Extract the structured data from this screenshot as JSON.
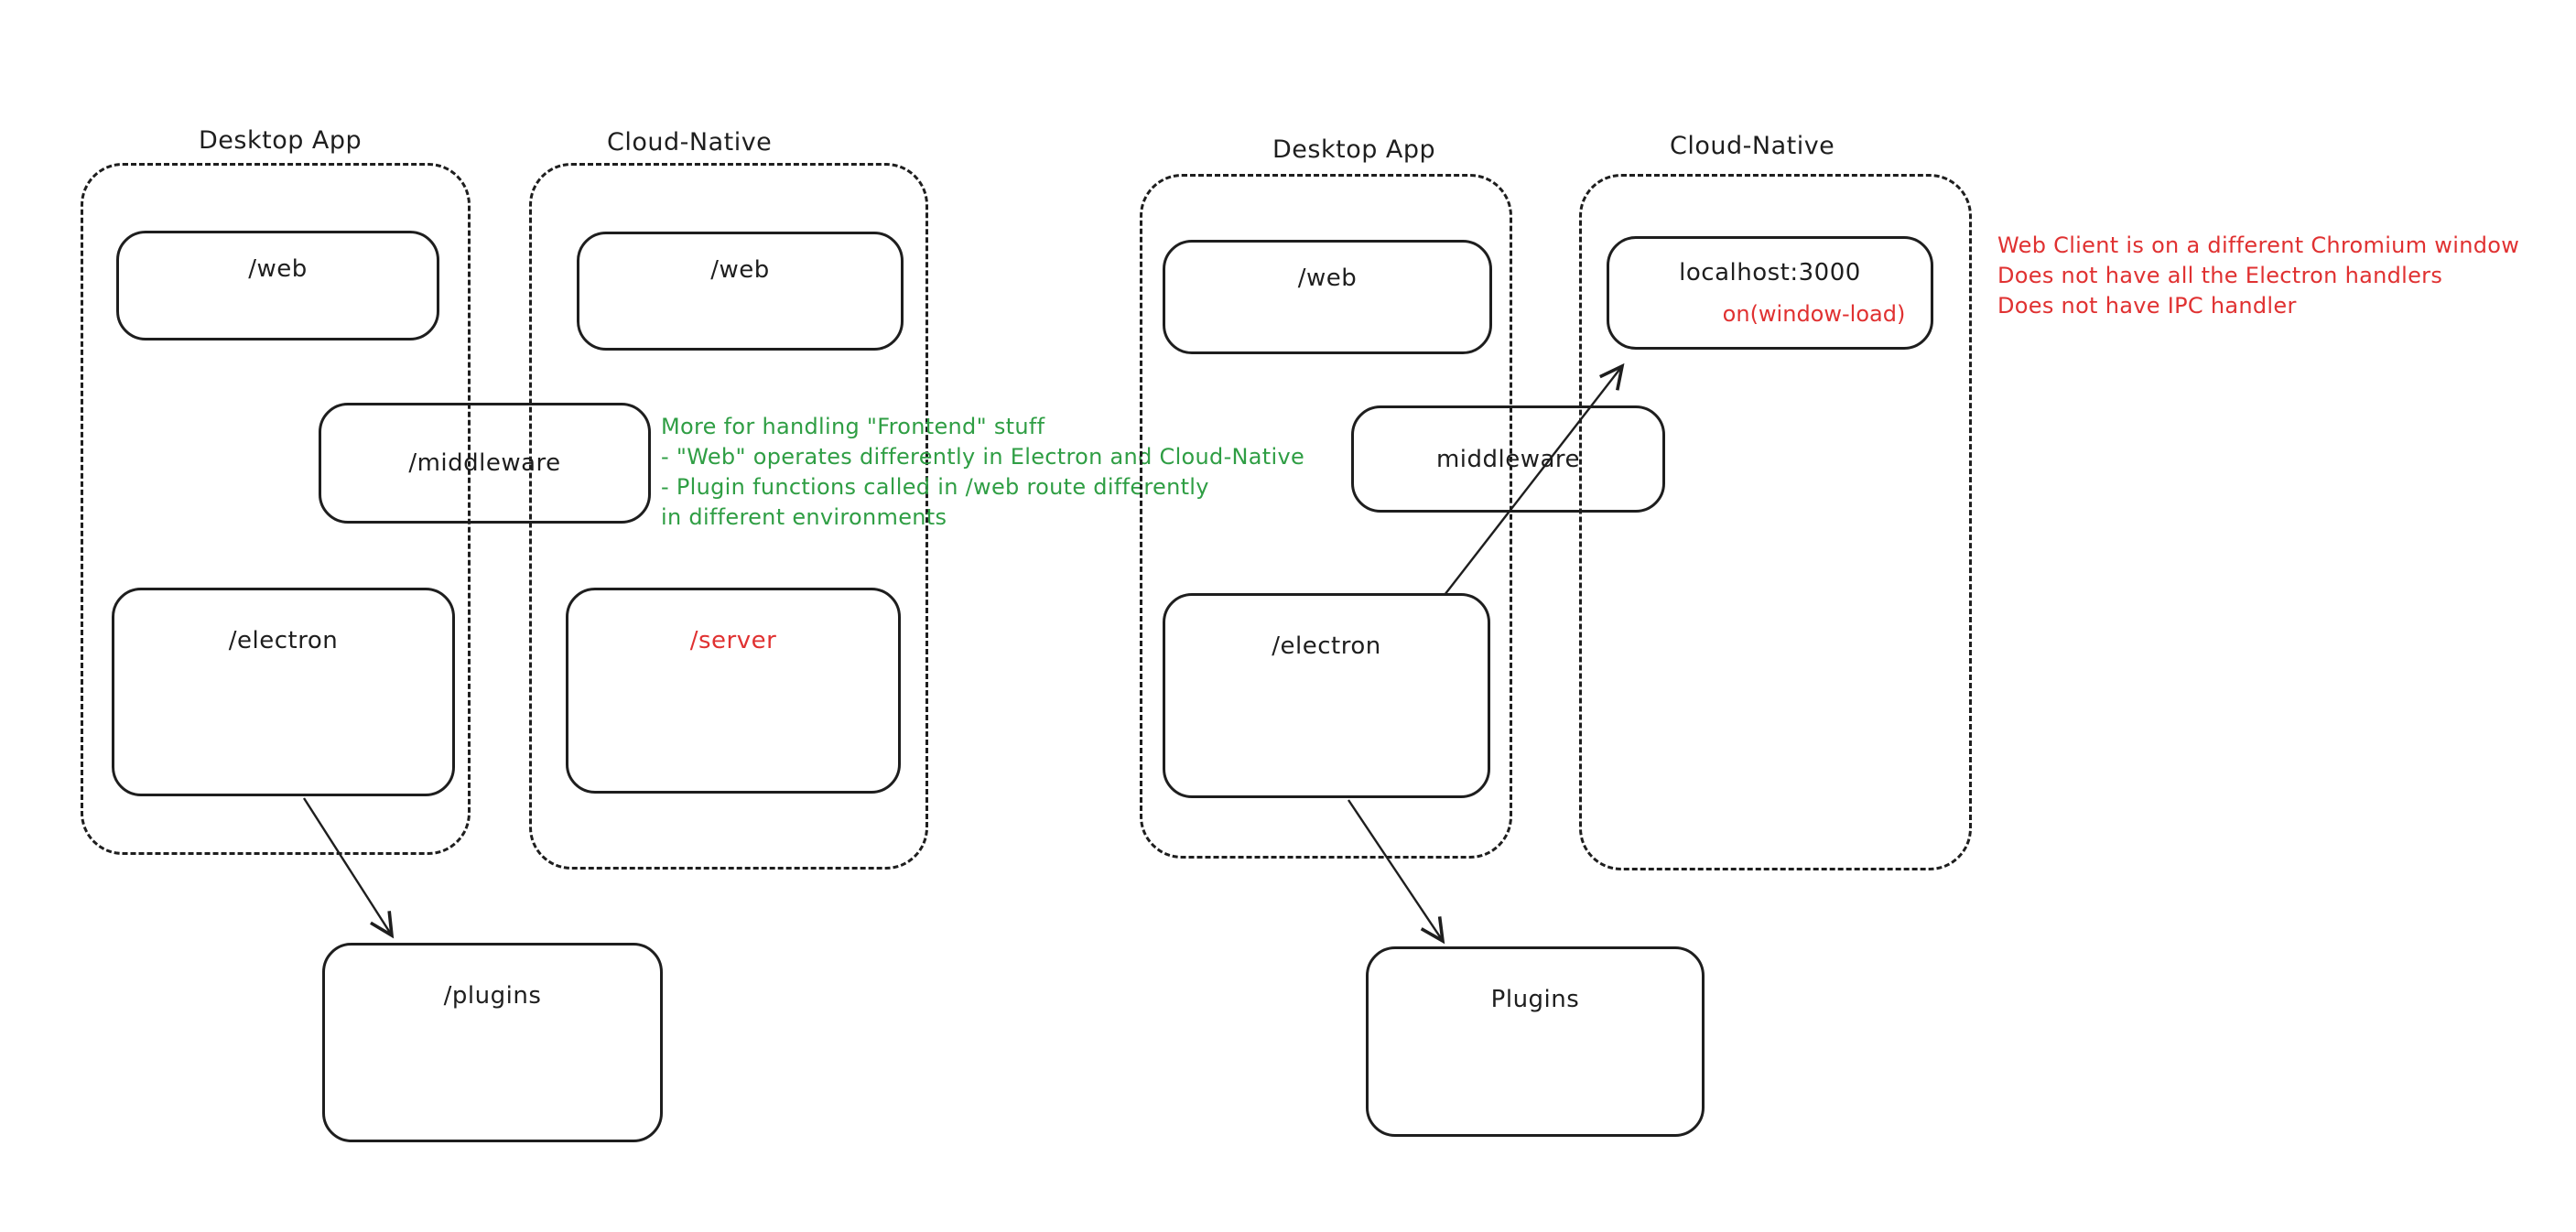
{
  "colors": {
    "stroke": "#1e1e1e",
    "red": "#e03131",
    "green": "#2f9e44",
    "background": "#ffffff"
  },
  "left": {
    "desktop_title": "Desktop App",
    "cloud_title": "Cloud-Native",
    "web_desktop": "/web",
    "web_cloud": "/web",
    "middleware": "/middleware",
    "electron": "/electron",
    "server": "/server",
    "plugins": "/plugins",
    "note_lines": [
      "More for handling \"Frontend\" stuff",
      "- \"Web\" operates differently in Electron and Cloud-Native",
      "- Plugin functions called in /web route differently",
      "in different environments"
    ]
  },
  "right": {
    "desktop_title": "Desktop App",
    "cloud_title": "Cloud-Native",
    "web_desktop": "/web",
    "localhost": "localhost:3000",
    "localhost_sub": "on(window-load)",
    "middleware": "middleware",
    "electron": "/electron",
    "plugins": "Plugins",
    "note_lines": [
      "Web Client is on a different Chromium window",
      "Does not have all the Electron handlers",
      "Does not have IPC handler"
    ]
  }
}
